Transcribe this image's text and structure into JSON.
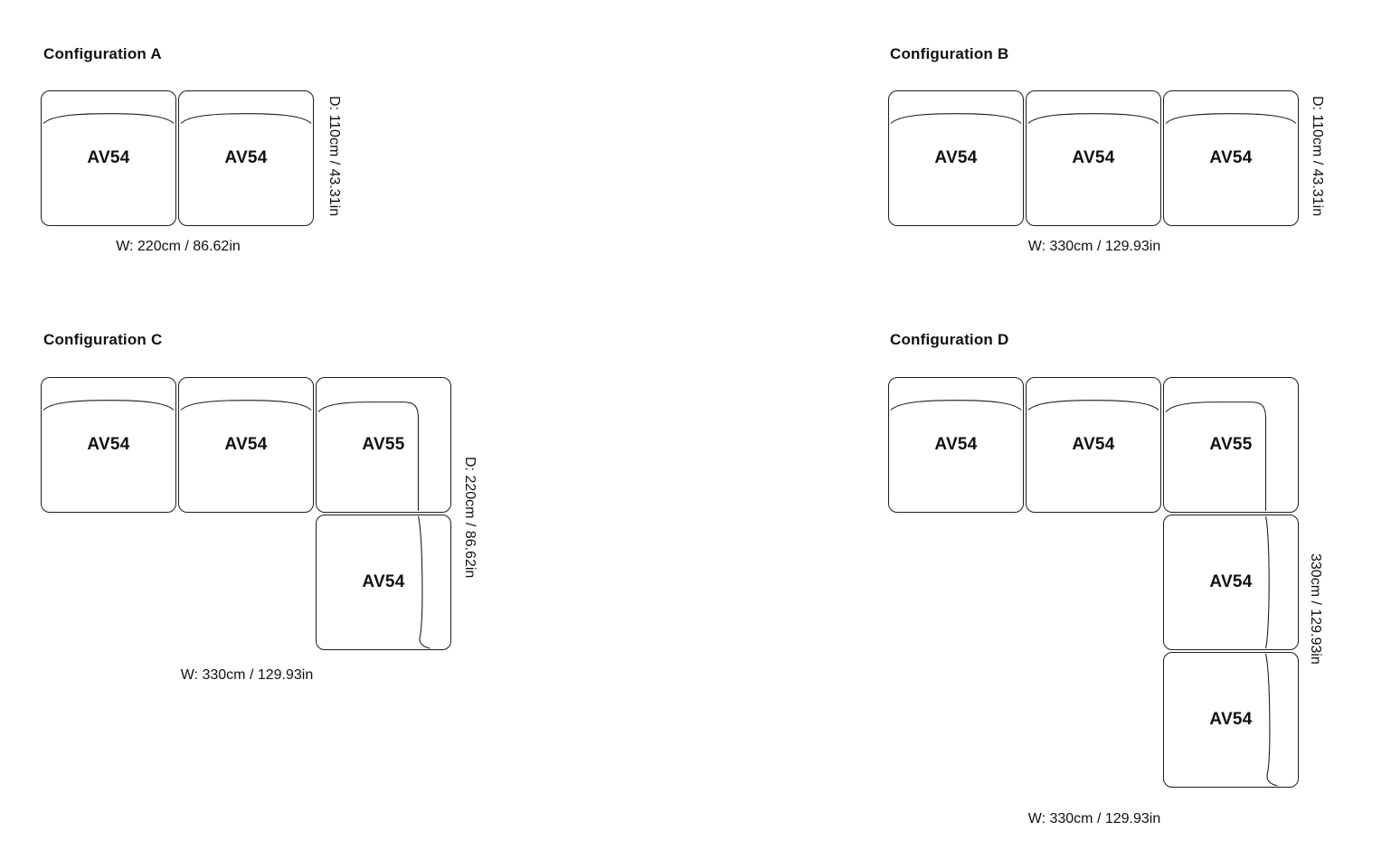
{
  "page": {
    "background_color": "#ffffff",
    "line_color": "#1d1d1d",
    "text_color": "#111111"
  },
  "configurations": [
    {
      "title": "Configuration A",
      "depth_label": "D: 110cm / 43.31in",
      "width_label": "W: 220cm / 86.62in",
      "modules": [
        "AV54",
        "AV54"
      ]
    },
    {
      "title": "Configuration B",
      "depth_label": "D: 110cm / 43.31in",
      "width_label": "W: 330cm / 129.93in",
      "modules": [
        "AV54",
        "AV54",
        "AV54"
      ]
    },
    {
      "title": "Configuration C",
      "depth_label": "D: 220cm / 86.62in",
      "width_label": "W: 330cm / 129.93in",
      "modules": [
        "AV54",
        "AV54",
        "AV55",
        "AV54"
      ]
    },
    {
      "title": "Configuration D",
      "depth_label": "330cm / 129.93in",
      "width_label": "W: 330cm / 129.93in",
      "modules": [
        "AV54",
        "AV54",
        "AV55",
        "AV54",
        "AV54"
      ]
    }
  ]
}
